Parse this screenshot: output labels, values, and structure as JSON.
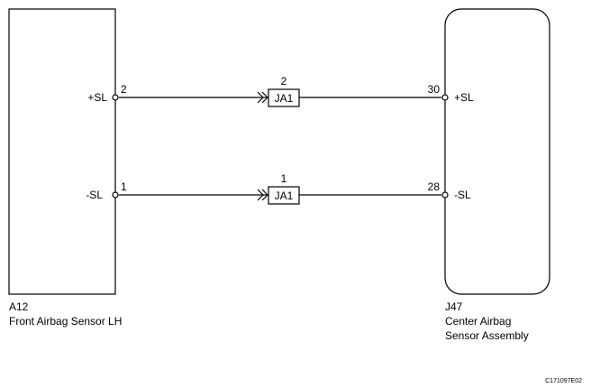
{
  "left_component": {
    "code": "A12",
    "name": "Front Airbag Sensor LH",
    "pins": [
      {
        "label": "+SL",
        "number": "2"
      },
      {
        "label": "-SL",
        "number": "1"
      }
    ]
  },
  "right_component": {
    "code": "J47",
    "name_line1": "Center Airbag",
    "name_line2": "Sensor Assembly",
    "pins": [
      {
        "label": "+SL",
        "number": "30"
      },
      {
        "label": "-SL",
        "number": "28"
      }
    ]
  },
  "connectors": [
    {
      "name": "JA1",
      "pin": "2"
    },
    {
      "name": "JA1",
      "pin": "1"
    }
  ],
  "figure_code": "C171097E02"
}
